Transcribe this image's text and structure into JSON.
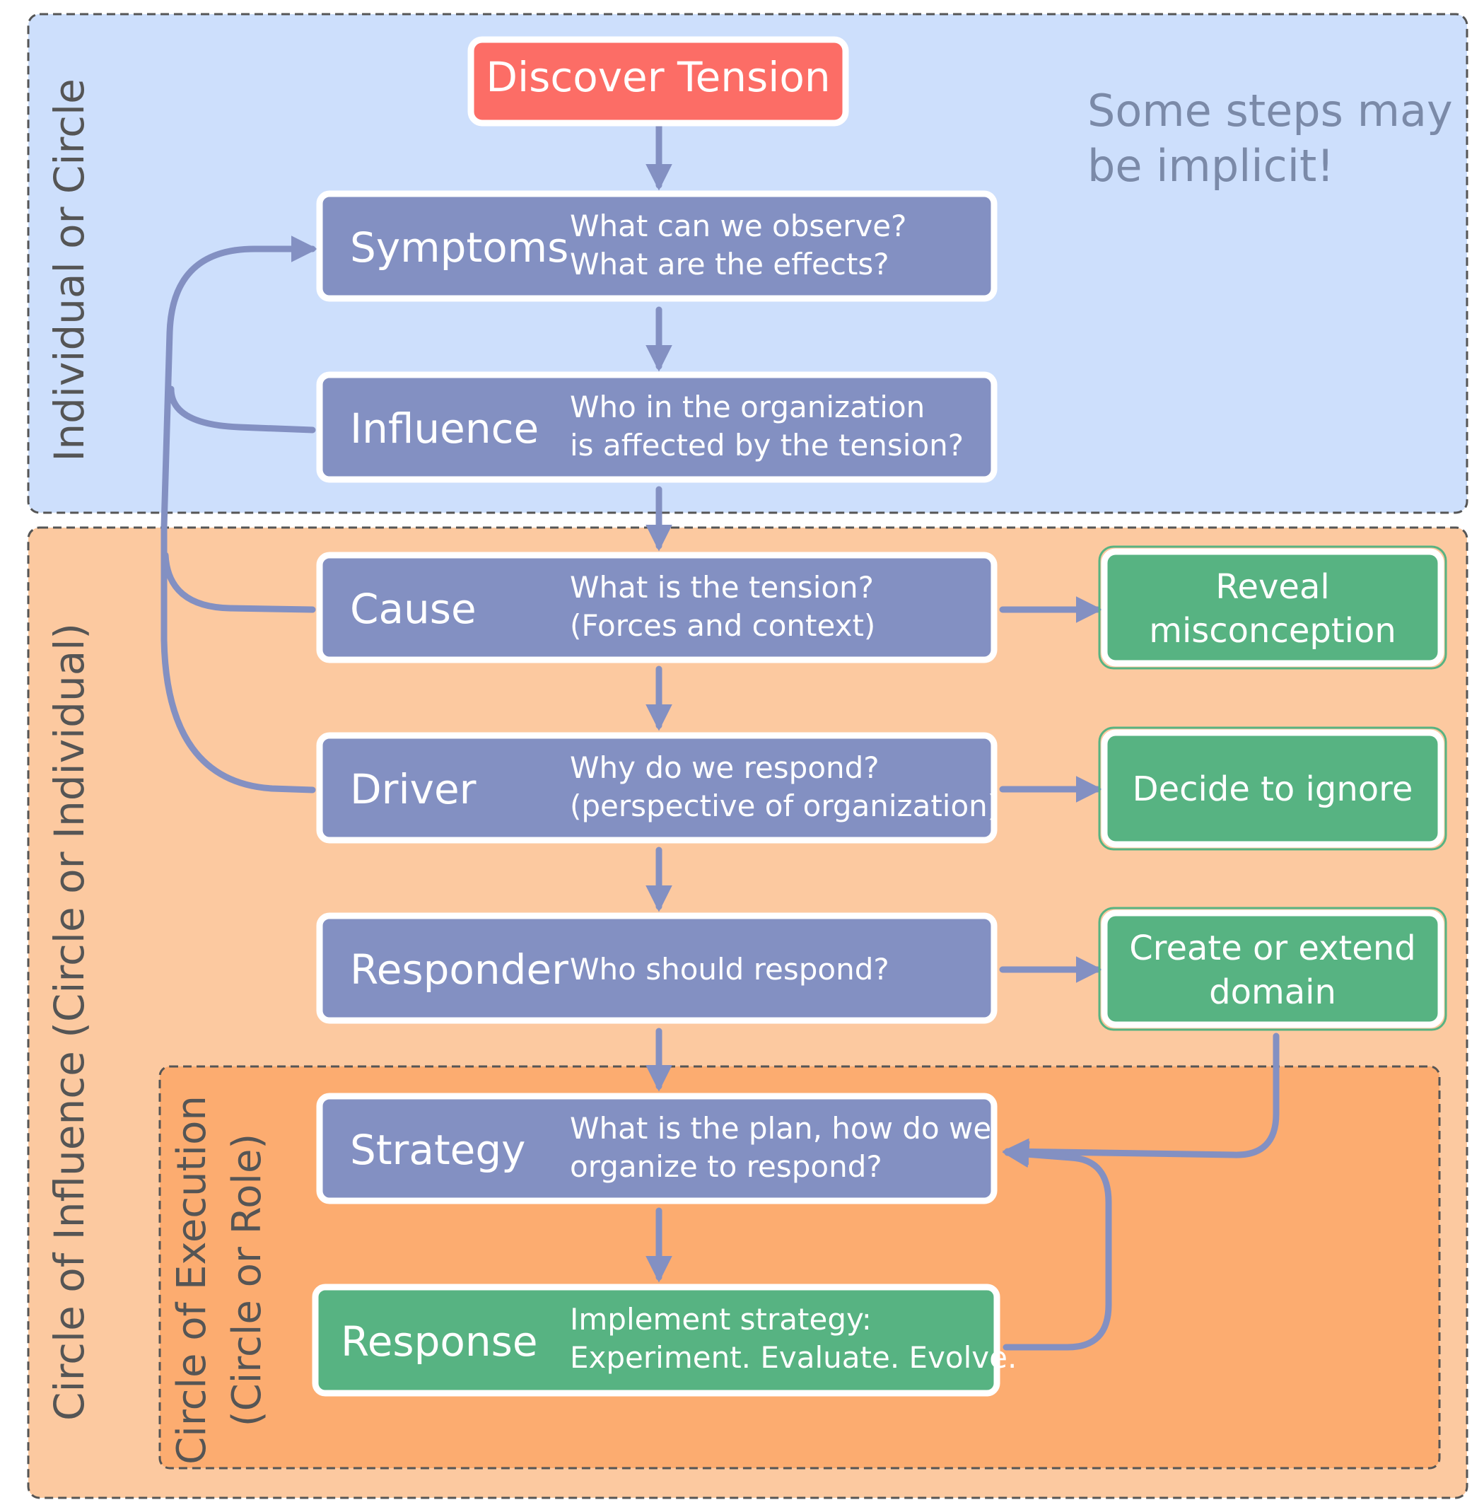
{
  "regions": {
    "individual": {
      "label": "Individual or Circle",
      "color": "#cddffc"
    },
    "influence": {
      "label": "Circle of Influence (Circle or Individual)",
      "color": "#fcc9a0"
    },
    "execution": {
      "label_line1": "Circle of Execution",
      "label_line2": "(Circle or Role)",
      "color": "#fcac70"
    }
  },
  "note": {
    "line1": "Some steps may",
    "line2": "be implicit!"
  },
  "colors": {
    "step": "#8390c2",
    "outcome": "#57b382",
    "start": "#fc6d66",
    "arrow": "#8390c2",
    "label_text": "#555555",
    "note_text": "#7b8aa8"
  },
  "start": {
    "label": "Discover Tension"
  },
  "steps": [
    {
      "title": "Symptoms",
      "line1": "What can we observe?",
      "line2": "What are the effects?"
    },
    {
      "title": "Influence",
      "line1": "Who in the organization",
      "line2": "is affected by the tension?"
    },
    {
      "title": "Cause",
      "line1": "What is the tension?",
      "line2": "(Forces and context)"
    },
    {
      "title": "Driver",
      "line1": "Why do we respond?",
      "line2": "(perspective of organization)"
    },
    {
      "title": "Responder",
      "line1": "Who should respond?",
      "line2": ""
    },
    {
      "title": "Strategy",
      "line1": "What is the plan, how do we",
      "line2": "organize to respond?"
    },
    {
      "title": "Response",
      "line1": "Implement strategy:",
      "line2": "Experiment. Evaluate. Evolve."
    }
  ],
  "outcomes": [
    {
      "line1": "Reveal",
      "line2": "misconception"
    },
    {
      "line1": "Decide to ignore",
      "line2": ""
    },
    {
      "line1": "Create or extend",
      "line2": "domain"
    }
  ]
}
